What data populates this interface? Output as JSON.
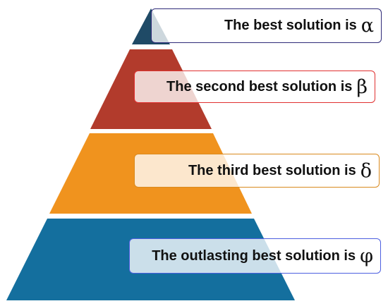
{
  "levels": [
    {
      "label": "The best solution is",
      "symbol": "α",
      "fill": "#1f4a66",
      "border": "#2e2a78"
    },
    {
      "label": "The second best solution is",
      "symbol": "β",
      "fill": "#b23b2c",
      "border": "#e03030"
    },
    {
      "label": "The third best solution is",
      "symbol": "δ",
      "fill": "#f0931e",
      "border": "#d98a1e"
    },
    {
      "label": "The outlasting best solution is",
      "symbol": "φ",
      "fill": "#146f9e",
      "border": "#4c5fe0"
    }
  ]
}
